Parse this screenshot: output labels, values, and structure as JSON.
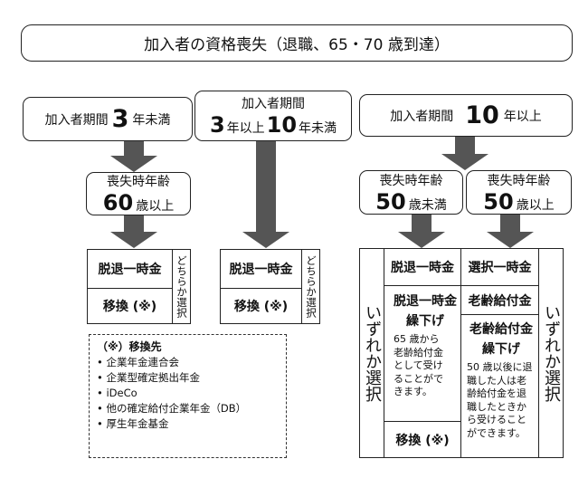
{
  "title": "加入者の資格喪失（退職、65・70 歳到達）",
  "col1": {
    "period": {
      "prefix": "加入者期間",
      "num": "3",
      "suffix": "年未満"
    },
    "age": {
      "line1": "喪失時年齢",
      "num": "60",
      "suffix": "歳以上"
    },
    "opt1": "脱退一時金",
    "opt2": "移換 (※)",
    "choose": "どちらか選択"
  },
  "col2": {
    "period": {
      "line1": "加入者期間",
      "num1": "3",
      "mid": "年以上",
      "num2": "10",
      "suffix": "年未満"
    },
    "opt1": "脱退一時金",
    "opt2": "移換 (※)",
    "choose": "どちらか選択"
  },
  "col3": {
    "period": {
      "prefix": "加入者期間",
      "num": "10",
      "suffix": "年以上"
    },
    "age_left": {
      "line1": "喪失時年齢",
      "num": "50",
      "suffix": "歳未満"
    },
    "age_right": {
      "line1": "喪失時年齢",
      "num": "50",
      "suffix": "歳以上"
    },
    "choose": "いずれか選択",
    "left_top": "脱退一時金",
    "left_mid_title": "脱退一時金",
    "left_mid_sub": "繰下げ",
    "left_mid_note": "65 歳から老齢給付金として受けることができます。",
    "left_bottom": "移換 (※)",
    "right_top": "選択一時金",
    "right_mid": "老齢給付金",
    "right_low_title": "老齢給付金",
    "right_low_sub": "繰下げ",
    "right_low_note": "50 歳以後に退職した人は老齢給付金を退職したときから受けることができます。"
  },
  "legend": {
    "title": "（※）移換先",
    "items": [
      "• 企業年金連合会",
      "• 企業型確定拠出年金",
      "• iDeCo",
      "• 他の確定給付企業年金（DB）",
      "• 厚生年金基金"
    ]
  }
}
